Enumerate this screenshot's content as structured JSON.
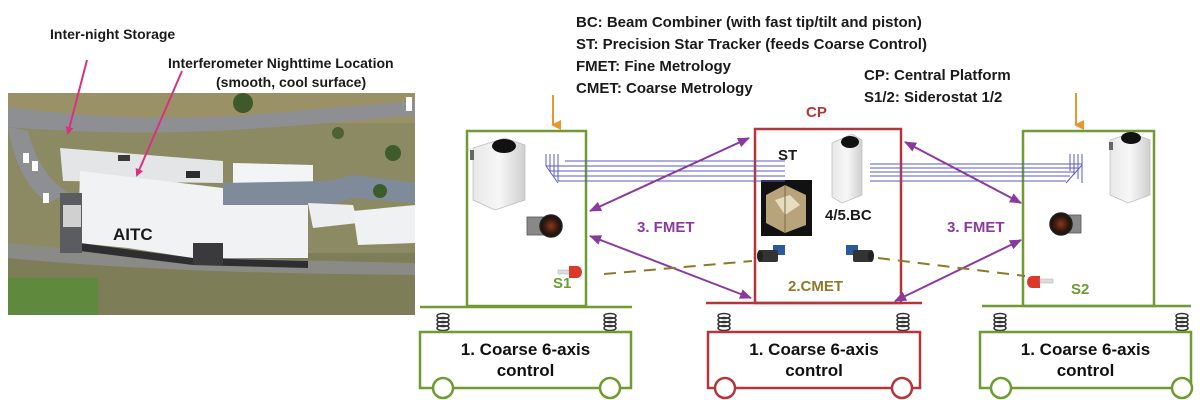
{
  "aerial_photo": {
    "building_label": "AITC",
    "annotations": [
      {
        "id": "inter-night-storage",
        "text": "Inter-night Storage"
      },
      {
        "id": "nighttime-location",
        "line1": "Interferometer Nighttime Location",
        "line2": "(smooth, cool surface)"
      }
    ],
    "arrow_color": "#d6337f"
  },
  "legend": {
    "lines": [
      "BC: Beam Combiner (with fast tip/tilt and piston)",
      "ST: Precision Star Tracker (feeds Coarse Control)",
      "FMET: Fine Metrology",
      "CMET: Coarse Metrology"
    ],
    "lines_right": [
      "CP: Central Platform",
      "S1/2: Siderostat 1/2"
    ]
  },
  "platforms": {
    "s1": {
      "label": "S1",
      "color": "#6e9b32"
    },
    "cp": {
      "label": "CP",
      "color": "#b3363a"
    },
    "s2": {
      "label": "S2",
      "color": "#6e9b32"
    }
  },
  "cp_labels": {
    "st": "ST",
    "bc": "4/5.BC",
    "cmet": "2.CMET"
  },
  "fmet_labels": {
    "left": "3. FMET",
    "right": "3. FMET"
  },
  "carts": {
    "left": {
      "line1": "1. Coarse 6-axis",
      "line2": "control"
    },
    "center": {
      "line1": "1. Coarse 6-axis",
      "line2": "control"
    },
    "right": {
      "line1": "1. Coarse 6-axis",
      "line2": "control"
    }
  },
  "colors": {
    "fmet": "#8a3a9e",
    "cmet": "#8c7a2a",
    "beam": "#5a5ac8",
    "starlight_arrow": "#e8962e",
    "siderostat_green": "#6e9b32",
    "cp_red": "#b3363a"
  }
}
